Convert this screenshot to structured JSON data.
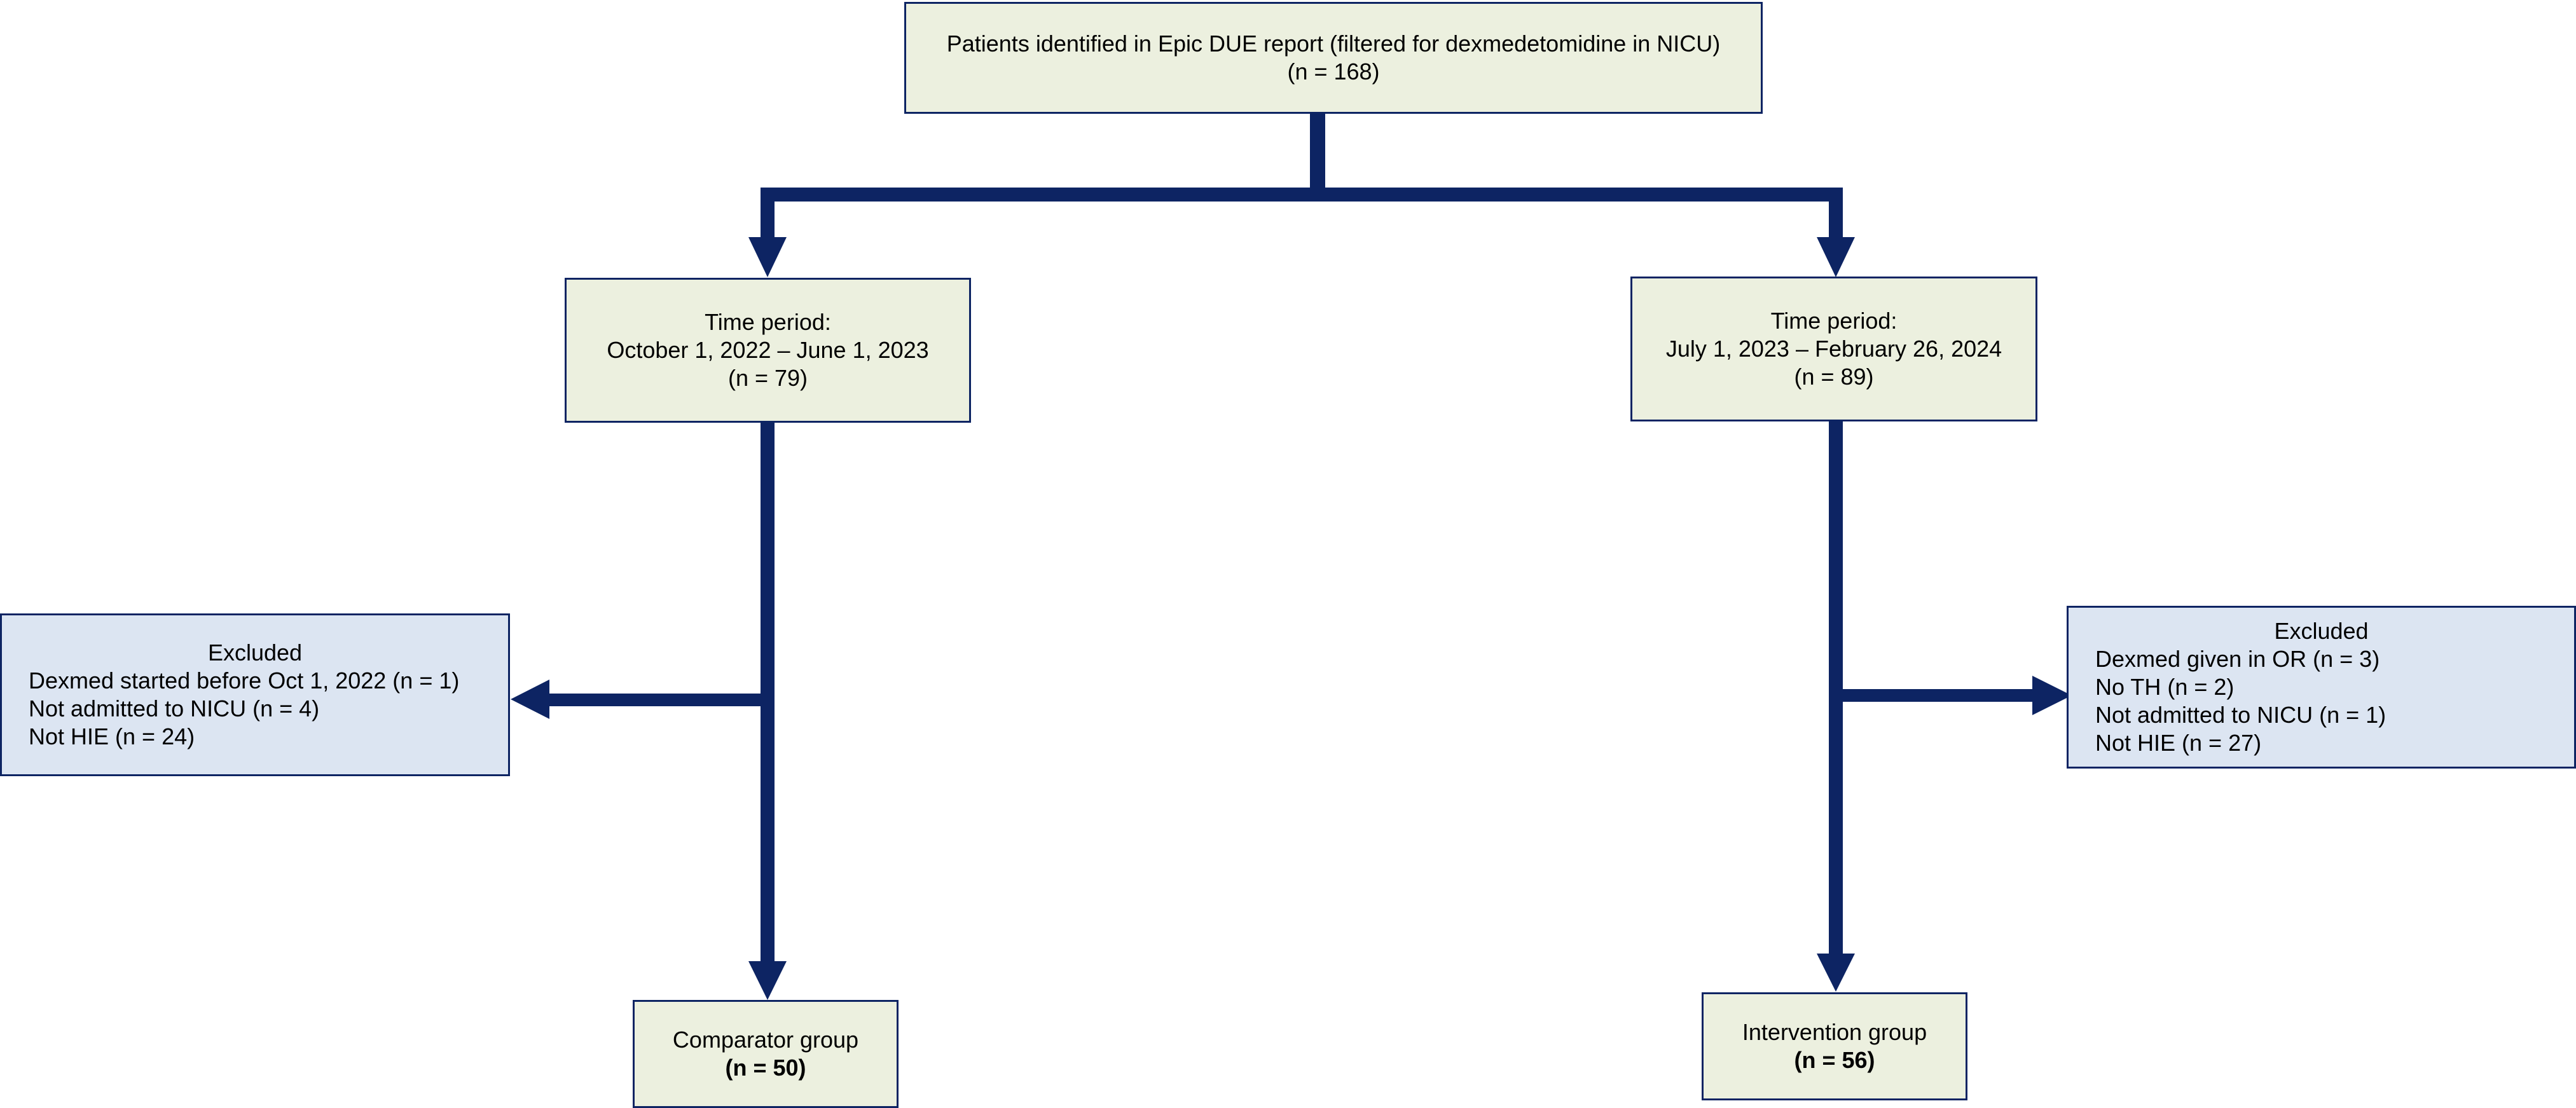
{
  "colors": {
    "arrow": "#0d2463",
    "box_border": "#0d2463",
    "green_fill": "#ecf0df",
    "blue_fill": "#dce5f2"
  },
  "top_box": {
    "line1": "Patients identified in Epic DUE report (filtered for dexmedetomidine in NICU)",
    "line2": "(n = 168)"
  },
  "left_period": {
    "line1": "Time period:",
    "line2": "October 1, 2022 – June 1, 2023",
    "line3": "(n = 79)"
  },
  "right_period": {
    "line1": "Time period:",
    "line2": "July 1, 2023 – February 26, 2024",
    "line3": "(n = 89)"
  },
  "left_excluded": {
    "title": "Excluded",
    "items": [
      "Dexmed started before Oct 1, 2022 (n = 1)",
      "Not admitted to NICU (n = 4)",
      "Not HIE (n = 24)"
    ]
  },
  "right_excluded": {
    "title": "Excluded",
    "items": [
      "Dexmed given in OR (n = 3)",
      "No TH (n = 2)",
      "Not admitted to NICU (n = 1)",
      "Not HIE (n = 27)"
    ]
  },
  "comparator": {
    "label": "Comparator group",
    "n": "(n = 50)"
  },
  "intervention": {
    "label": "Intervention group",
    "n": "(n = 56)"
  }
}
